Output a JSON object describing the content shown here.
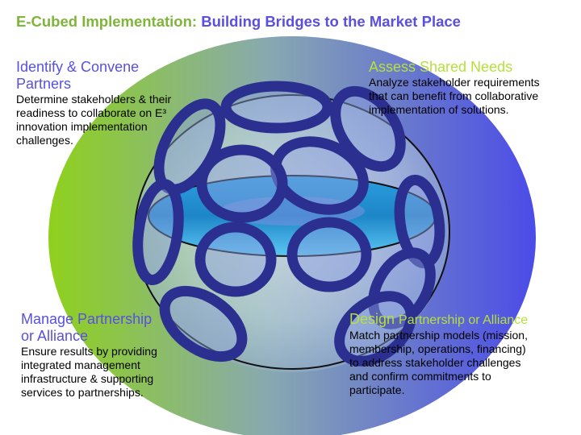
{
  "title": {
    "part1": "E-Cubed Implementation:",
    "part2": "Building Bridges to the Market Place"
  },
  "quadrants": {
    "identify": {
      "heading_line1": "Identify & Convene",
      "heading_line2": "Partners",
      "body": [
        "Determine stakeholders & their",
        "readiness to collaborate on E³",
        "innovation implementation",
        "challenges."
      ]
    },
    "assess": {
      "heading": "Assess Shared Needs",
      "body": [
        "Analyze stakeholder requirements",
        "that can benefit from collaborative",
        "implementation of solutions."
      ]
    },
    "manage": {
      "heading_line1": "Manage Partnership",
      "heading_line2": "or Alliance",
      "body": [
        "Ensure results by providing",
        "integrated management",
        "infrastructure & supporting",
        "services to partnerships."
      ]
    },
    "design": {
      "heading_word": "Design",
      "heading_rest": "Partnership or Alliance",
      "body": [
        "Match partnership models (mission,",
        "membership, operations, financing)",
        "to address stakeholder challenges",
        "and confirm commitments to",
        "participate."
      ]
    }
  },
  "colors": {
    "green_title": "#7fb53a",
    "blue_title": "#5a4fe0",
    "ellipse_green": "#8fd11c",
    "ellipse_blue": "#4b4be8",
    "ring_navy": "#2b2f8f",
    "heading_green": "#b6e03a"
  }
}
